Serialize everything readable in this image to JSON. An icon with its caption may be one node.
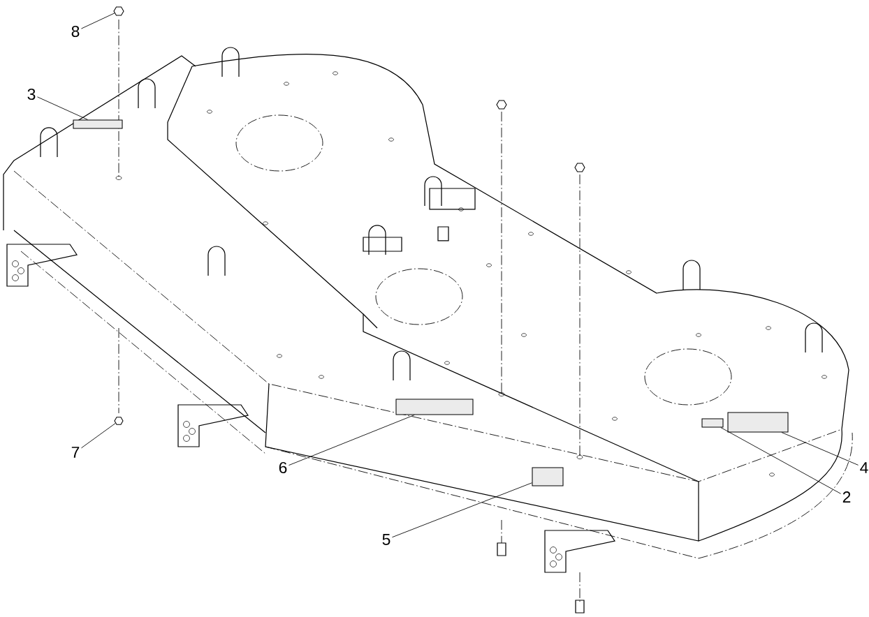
{
  "diagram": {
    "nodes": [
      {
        "text": [
          "8"
        ]
      },
      {
        "text": [],
        "shape": "picture"
      },
      {
        "text": [
          "3"
        ]
      },
      {
        "text": [],
        "shape": "box"
      },
      {
        "text": [
          "7"
        ]
      },
      {
        "text": [],
        "shape": "picture"
      },
      {
        "text": [
          "6"
        ]
      },
      {
        "text": [],
        "shape": "box"
      },
      {
        "text": [
          "5"
        ]
      },
      {
        "text": [],
        "shape": "box"
      },
      {
        "text": [
          "4"
        ]
      },
      {
        "text": [],
        "shape": "box"
      },
      {
        "text": [
          "2"
        ]
      },
      {
        "text": [],
        "shape": "box"
      }
    ],
    "edges": [
      {
        "from": 0,
        "to": 1,
        "arrow": "none"
      },
      {
        "from": 2,
        "to": 3,
        "arrow": "none"
      },
      {
        "from": 4,
        "to": 5,
        "arrow": "none"
      },
      {
        "from": 6,
        "to": 7,
        "arrow": "none"
      },
      {
        "from": 8,
        "to": 9,
        "arrow": "none"
      },
      {
        "from": 10,
        "to": 11,
        "arrow": "none"
      },
      {
        "from": 12,
        "to": 13,
        "arrow": "none"
      }
    ]
  }
}
